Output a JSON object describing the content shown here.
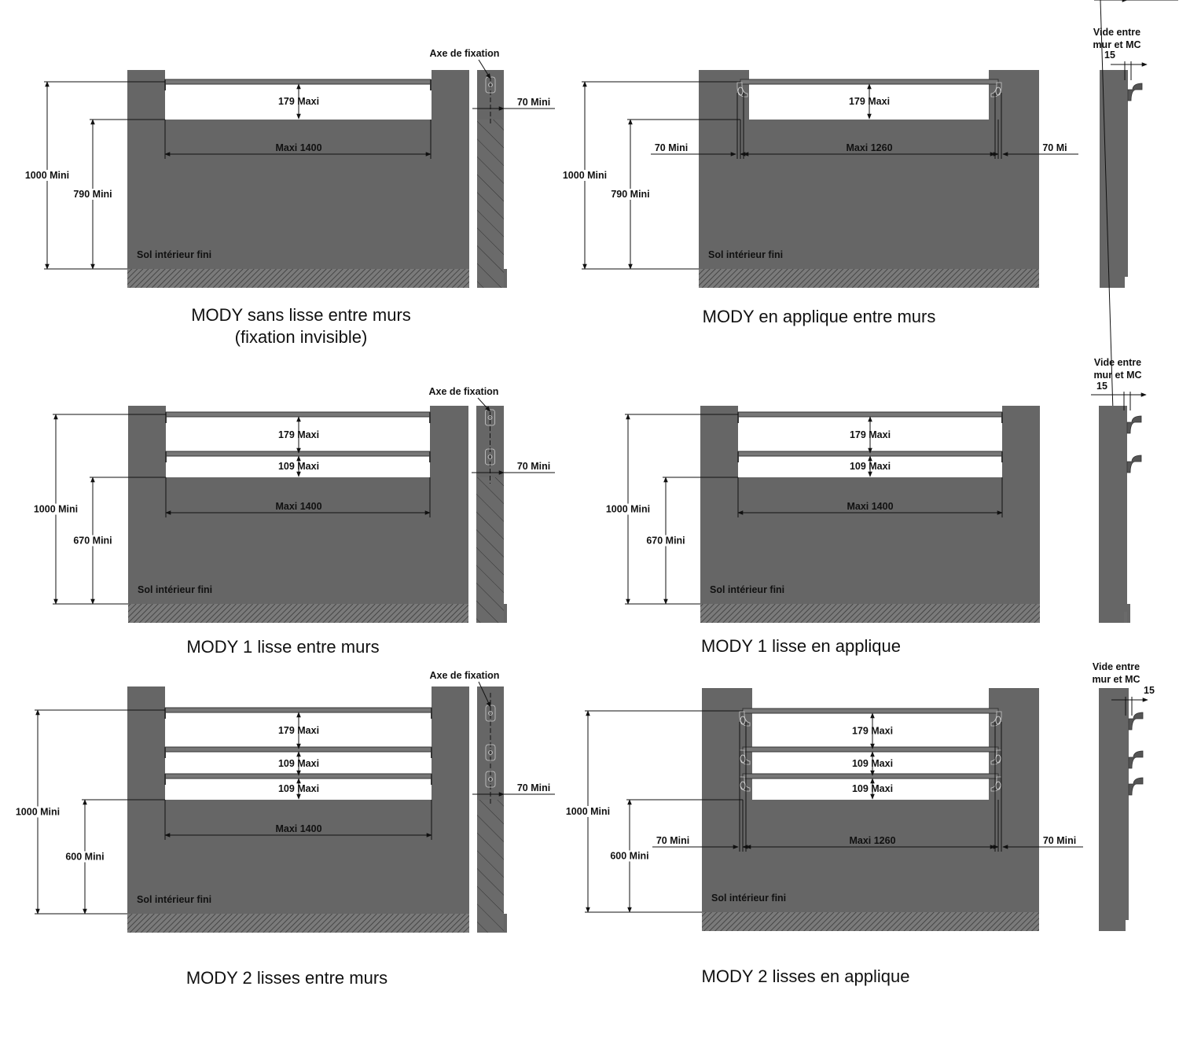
{
  "colors": {
    "wall": "#666666",
    "rail": "#777777",
    "hatch": "#444444",
    "line": "#111111",
    "background": "#ffffff"
  },
  "panels": [
    {
      "title": [
        "MODY sans lisse entre murs",
        "(fixation invisible)"
      ],
      "labels": {
        "height_total": "1000 Mini",
        "height_wall": "790 Mini",
        "gap_top": "179 Maxi",
        "width": "Maxi 1400",
        "floor": "Sol intérieur fini",
        "axis": "Axe de fixation",
        "side_min": "70 Mini"
      }
    },
    {
      "title": [
        "MODY en applique entre murs"
      ],
      "labels": {
        "height_total": "1000 Mini",
        "height_wall": "790 Mini",
        "gap_top": "179 Maxi",
        "width": "Maxi 1260",
        "left_min": "70 Mini",
        "right_min": "70 Mi",
        "floor": "Sol intérieur fini",
        "gap_label_1": "Vide entre",
        "gap_label_2": "mur et MC",
        "gap_value": "15"
      }
    },
    {
      "title": [
        "MODY 1 lisse entre murs"
      ],
      "labels": {
        "height_total": "1000 Mini",
        "height_wall": "670 Mini",
        "gap_top": "179 Maxi",
        "gap_2": "109 Maxi",
        "width": "Maxi 1400",
        "floor": "Sol intérieur fini",
        "axis": "Axe de fixation",
        "side_min": "70 Mini"
      }
    },
    {
      "title": [
        "MODY 1 lisse en applique"
      ],
      "labels": {
        "height_total": "1000 Mini",
        "height_wall": "670 Mini",
        "gap_top": "179 Maxi",
        "gap_2": "109 Maxi",
        "width": "Maxi 1400",
        "floor": "Sol intérieur fini",
        "gap_label_1": "Vide entre",
        "gap_label_2": "mur et MC",
        "gap_value": "15"
      }
    },
    {
      "title": [
        "MODY 2 lisses entre murs"
      ],
      "labels": {
        "height_total": "1000 Mini",
        "height_wall": "600 Mini",
        "gap_top": "179 Maxi",
        "gap_2": "109 Maxi",
        "gap_3": "109 Maxi",
        "width": "Maxi 1400",
        "floor": "Sol intérieur fini",
        "axis": "Axe de fixation",
        "side_min": "70 Mini"
      }
    },
    {
      "title": [
        "MODY 2 lisses en applique"
      ],
      "labels": {
        "height_total": "1000 Mini",
        "height_wall": "600 Mini",
        "gap_top": "179 Maxi",
        "gap_2": "109 Maxi",
        "gap_3": "109 Maxi",
        "width": "Maxi 1260",
        "left_min": "70 Mini",
        "right_min": "70 Mini",
        "floor": "Sol intérieur fini",
        "gap_label_1": "Vide entre",
        "gap_label_2": "mur et MC",
        "gap_value": "15"
      }
    }
  ]
}
